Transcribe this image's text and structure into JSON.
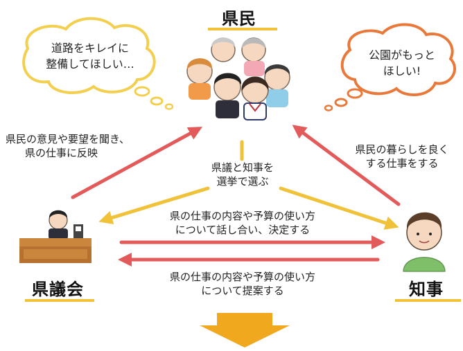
{
  "nodes": {
    "citizens": "県民",
    "assembly": "県議会",
    "governor": "知事"
  },
  "bubbles": {
    "left": {
      "line1": "道路をキレイに",
      "line2": "整備してほしい…"
    },
    "right": {
      "line1": "公園がもっと",
      "line2": "ほしい!"
    }
  },
  "labels": {
    "assembly_to_citizens": {
      "line1": "県民の意見や要望を聞き、",
      "line2": "県の仕事に反映"
    },
    "governor_to_citizens": {
      "line1": "県民の暮らしを良く",
      "line2": "する仕事をする"
    },
    "election": {
      "line1": "県議と知事を",
      "line2": "選挙で選ぶ"
    },
    "discuss": {
      "line1": "県の仕事の内容や予算の使い方",
      "line2": "について話し合い、決定する"
    },
    "propose": {
      "line1": "県の仕事の内容や予算の使い方",
      "line2": "について提案する"
    }
  },
  "colors": {
    "red_arrow": "#e35a5a",
    "yellow_arrow": "#f0c23a",
    "orange_arrow": "#f0a81e",
    "bubble_left": "#f3cf4f",
    "bubble_right": "#e8793a"
  }
}
